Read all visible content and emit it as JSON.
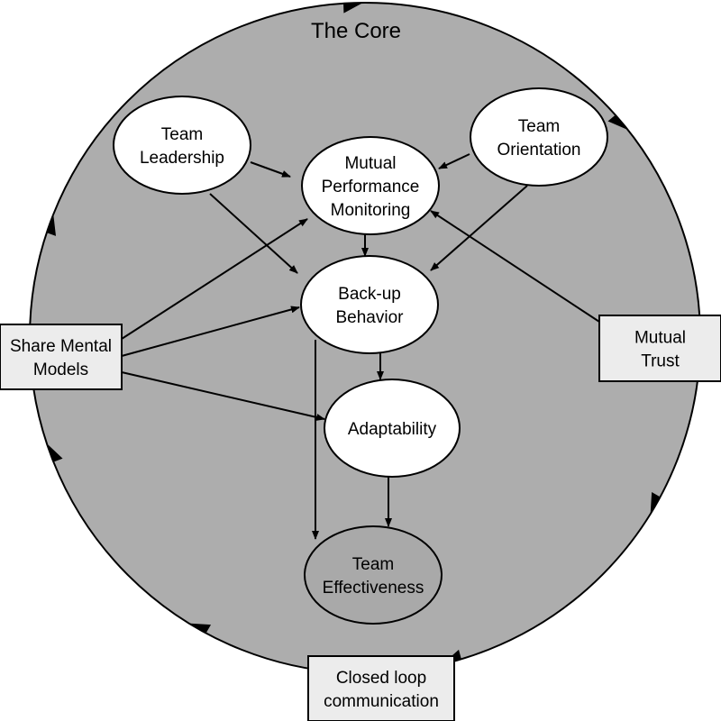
{
  "title": "The Core",
  "colors": {
    "core_fill": "#adadad",
    "ellipse_fill": "#ffffff",
    "outcome_fill": "#a9a9a9",
    "box_fill": "#ececec",
    "stroke": "#000000"
  },
  "nodes": [
    {
      "id": "team-leadership",
      "kind": "ellipse",
      "lines": [
        "Team",
        "Leadership"
      ]
    },
    {
      "id": "team-orientation",
      "kind": "ellipse",
      "lines": [
        "Team",
        "Orientation"
      ]
    },
    {
      "id": "mutual-performance-monitoring",
      "kind": "ellipse",
      "lines": [
        "Mutual",
        "Performance",
        "Monitoring"
      ]
    },
    {
      "id": "back-up-behavior",
      "kind": "ellipse",
      "lines": [
        "Back-up",
        "Behavior"
      ]
    },
    {
      "id": "adaptability",
      "kind": "ellipse",
      "lines": [
        "Adaptability"
      ]
    },
    {
      "id": "team-effectiveness",
      "kind": "outcome",
      "lines": [
        "Team",
        "Effectiveness"
      ]
    },
    {
      "id": "share-mental-models",
      "kind": "box",
      "lines": [
        "Share Mental",
        "Models"
      ]
    },
    {
      "id": "mutual-trust",
      "kind": "box",
      "lines": [
        "Mutual",
        "Trust"
      ]
    },
    {
      "id": "closed-loop-communication",
      "kind": "box",
      "lines": [
        "Closed loop",
        "communication"
      ]
    }
  ],
  "edges": [
    {
      "from": "team-leadership",
      "to": "mutual-performance-monitoring"
    },
    {
      "from": "team-leadership",
      "to": "back-up-behavior"
    },
    {
      "from": "team-orientation",
      "to": "mutual-performance-monitoring"
    },
    {
      "from": "team-orientation",
      "to": "back-up-behavior"
    },
    {
      "from": "mutual-performance-monitoring",
      "to": "back-up-behavior"
    },
    {
      "from": "share-mental-models",
      "to": "mutual-performance-monitoring"
    },
    {
      "from": "share-mental-models",
      "to": "back-up-behavior"
    },
    {
      "from": "share-mental-models",
      "to": "adaptability"
    },
    {
      "from": "mutual-trust",
      "to": "mutual-performance-monitoring"
    },
    {
      "from": "back-up-behavior",
      "to": "adaptability"
    },
    {
      "from": "back-up-behavior",
      "to": "team-effectiveness"
    },
    {
      "from": "adaptability",
      "to": "team-effectiveness"
    }
  ],
  "cycle": {
    "label": "Closed loop communication cycle",
    "direction": "clockwise",
    "marker_count": 7
  }
}
